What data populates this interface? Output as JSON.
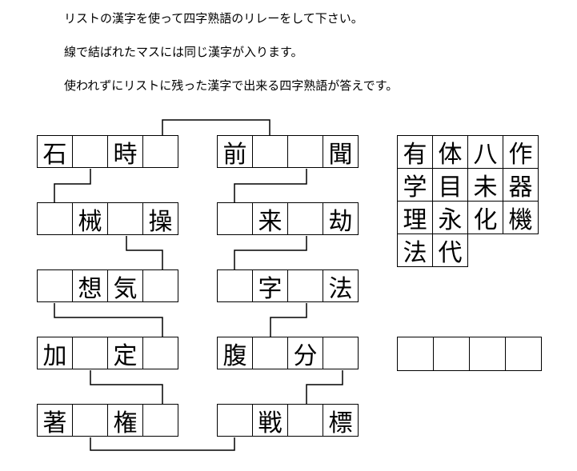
{
  "instructions": [
    "リストの漢字を使って四字熟語のリレーをして下さい。",
    "線で結ばれたマスには同じ漢字が入ります。",
    "使われずにリストに残った漢字で出来る四字熟語が答えです。"
  ],
  "puzzle": {
    "left": [
      [
        "石",
        "",
        "時",
        ""
      ],
      [
        "",
        "械",
        "",
        "操"
      ],
      [
        "",
        "想",
        "気",
        ""
      ],
      [
        "加",
        "",
        "定",
        ""
      ],
      [
        "著",
        "",
        "権",
        ""
      ]
    ],
    "right": [
      [
        "前",
        "",
        "",
        "聞"
      ],
      [
        "",
        "来",
        "",
        "劫"
      ],
      [
        "",
        "字",
        "",
        "法"
      ],
      [
        "腹",
        "",
        "分",
        ""
      ],
      [
        "",
        "戦",
        "",
        "標"
      ]
    ]
  },
  "kanji_list": [
    [
      "有",
      "体",
      "八",
      "作"
    ],
    [
      "学",
      "目",
      "未",
      "器"
    ],
    [
      "理",
      "永",
      "化",
      "機"
    ],
    [
      "法",
      "代"
    ]
  ],
  "answer": [
    "",
    "",
    "",
    ""
  ]
}
